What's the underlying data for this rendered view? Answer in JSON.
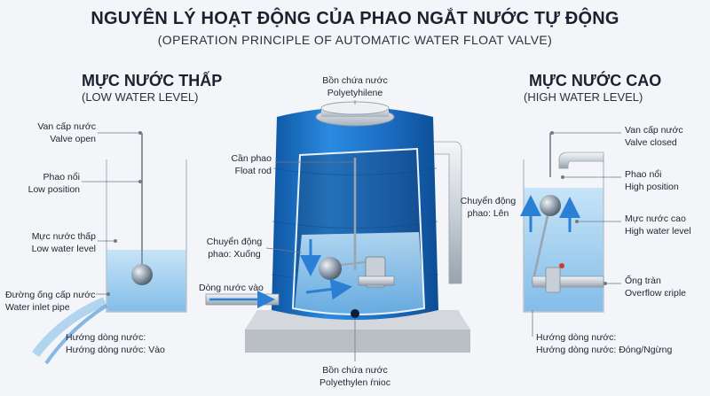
{
  "title": "NGUYÊN LÝ HOẠT ĐỘNG CỦA PHAO NGẮT NƯỚC TỰ ĐỘNG",
  "subtitle": "(OPERATION PRINCIPLE OF AUTOMATIC WATER FLOAT VALVE)",
  "left": {
    "heading": "MỰC NƯỚC THẤP",
    "subheading": "(LOW WATER LEVEL)",
    "labels": {
      "valve_vi": "Van cấp nước",
      "valve_en": "Valve open",
      "float_vi": "Phao nổi",
      "float_en": "Low position",
      "level_vi": "Mực nước thấp",
      "level_en": "Low water level",
      "pipe_vi": "Đường ống cấp nước",
      "pipe_en": "Water inlet pipe",
      "flow_vi": "Hướng dòng nước:",
      "flow_en": "Hướng dòng nước: Vào"
    }
  },
  "center": {
    "tank_top_vi": "Bồn chứa nước",
    "tank_top_en": "Polyetyhilene",
    "rod_vi": "Cần phao",
    "rod_en": "Float rod",
    "motion_vi": "Chuyển động",
    "motion_en": "phao: Xuống",
    "inflow": "Dòng nước vào",
    "tank_bottom_vi": "Bồn chứa nước",
    "tank_bottom_en": "Polyethylen ŕnioc"
  },
  "right": {
    "heading": "MỰC NƯỚC CAO",
    "subheading": "(HIGH WATER LEVEL)",
    "motion_vi": "Chuyển động",
    "motion_en": "phao: Lên",
    "labels": {
      "valve_vi": "Van cấp nước",
      "valve_en": "Valve closed",
      "float_vi": "Phao nổi",
      "float_en": "High position",
      "level_vi": "Mực nước cao",
      "level_en": "High water level",
      "overflow_vi": "Ống tràn",
      "overflow_en": "Overflow ɛriple",
      "flow_vi": "Hướng dòng nước:",
      "flow_en": "Hướng dòng nước: Đóng/Ngừng"
    }
  },
  "colors": {
    "tank": "#1f74c7",
    "water": "#8ec6ee",
    "accent": "#2b7fd4",
    "line": "#6f7a86"
  }
}
